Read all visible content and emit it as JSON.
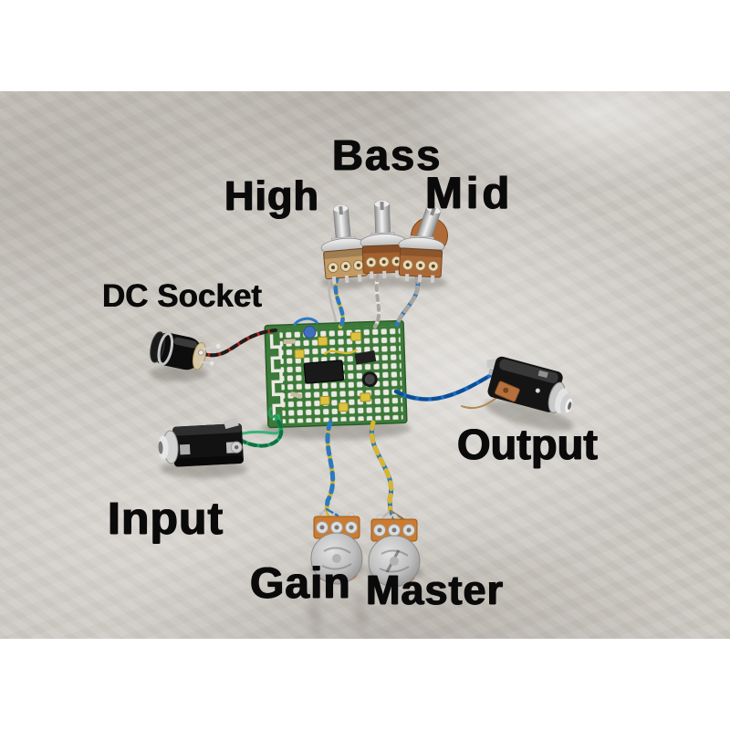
{
  "scene": {
    "type": "photograph",
    "subject": "DIY guitar pedal preamp wiring kit (potentiometers, jacks, DC socket and perfboard PCB) laid out on a grey glossy ceramic tile floor",
    "frame": "white letterbox bars above and below the photo"
  },
  "labels": {
    "bass": "Bass",
    "high": "High",
    "mid": "Mid",
    "dc_socket": "DC Socket",
    "output": "Output",
    "input": "Input",
    "gain": "Gain",
    "master": "Master"
  },
  "components": [
    "high-potentiometer",
    "bass-potentiometer",
    "mid-potentiometer",
    "dc-power-socket",
    "perfboard-pcb",
    "output-jack",
    "input-jack",
    "gain-potentiometer",
    "master-potentiometer"
  ],
  "colors": {
    "background_tile": "#cbc7c1",
    "label_text": "#0a0a0a",
    "pcb_green": "#3c7a3a",
    "pcb_pads_white": "#ece9e2",
    "pot_body_orange": "#b06a36",
    "pot_plate_orange": "#cd7c2f",
    "wire_yellow": "#d8b531",
    "wire_blue": "#2b79c2",
    "wire_red": "#b3261e",
    "wire_black": "#1d1d1d",
    "wire_green": "#1f9e60",
    "wire_white": "#e9e6df",
    "jack_black": "#141414",
    "metal_silver": "#c9c9c9"
  }
}
